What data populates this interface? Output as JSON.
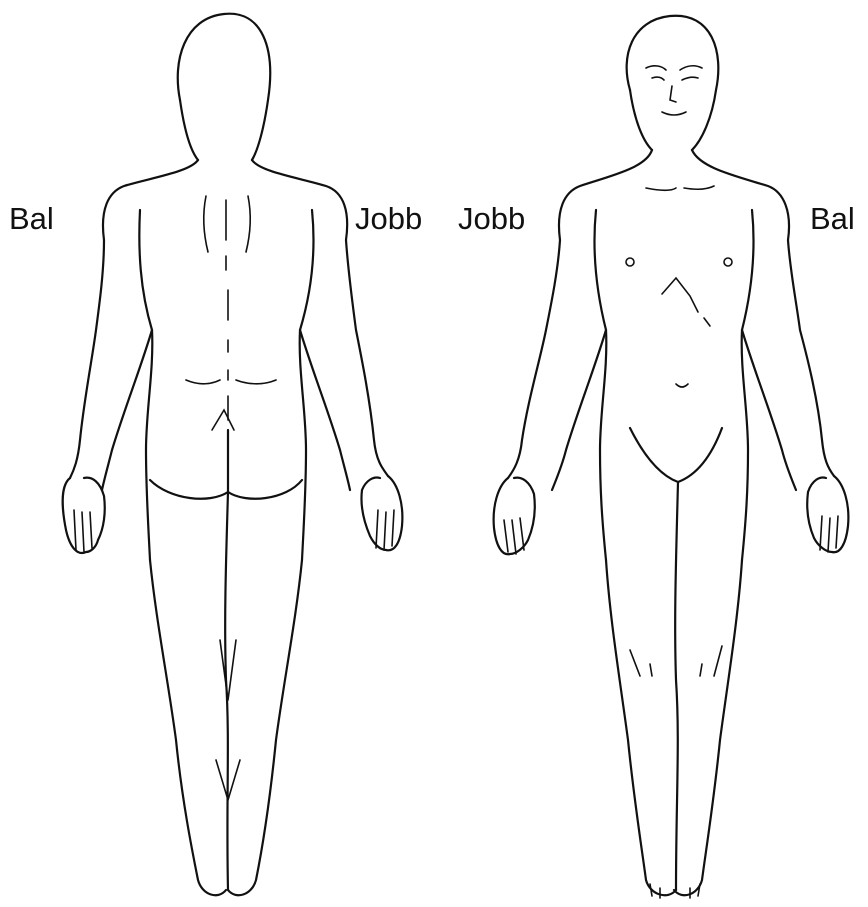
{
  "labels": {
    "back_view_left_side": "Bal",
    "back_view_right_side": "Jobb",
    "front_view_left_side": "Jobb",
    "front_view_right_side": "Bal"
  },
  "colors": {
    "ink": "#111111",
    "background": "#ffffff"
  }
}
